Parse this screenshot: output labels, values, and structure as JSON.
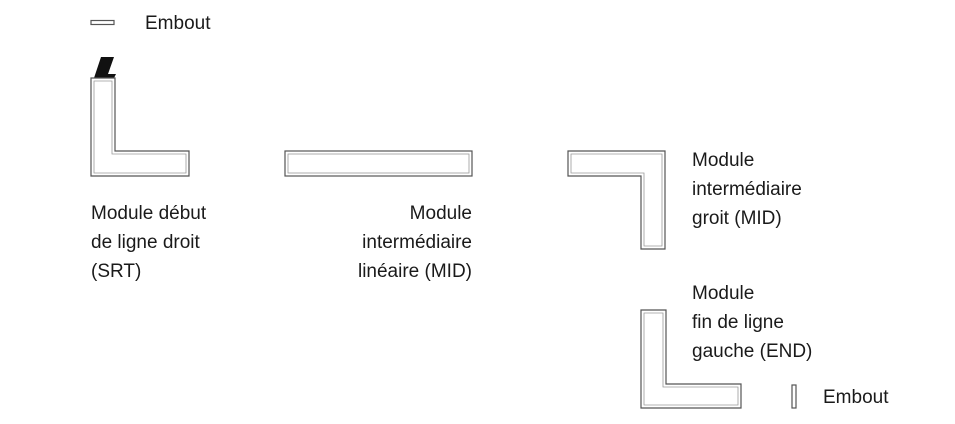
{
  "legend": {
    "endcap_label": "Embout"
  },
  "modules": {
    "start_straight": {
      "lines": [
        "Module début",
        "de ligne droit",
        "(SRT)"
      ]
    },
    "middle_linear": {
      "lines": [
        "Module",
        "intermédiaire",
        "linéaire (MID)"
      ]
    },
    "middle_right": {
      "lines": [
        "Module",
        "intermédiaire",
        "groit (MID)"
      ]
    },
    "end_left": {
      "lines": [
        "Module",
        "fin de ligne",
        "gauche (END)"
      ]
    }
  },
  "endcap_right": {
    "label": "Embout"
  },
  "icons": {
    "power": "lightning-bolt-icon"
  },
  "colors": {
    "stroke": "#555555",
    "text": "#1a1a1a",
    "bolt": "#111111"
  }
}
